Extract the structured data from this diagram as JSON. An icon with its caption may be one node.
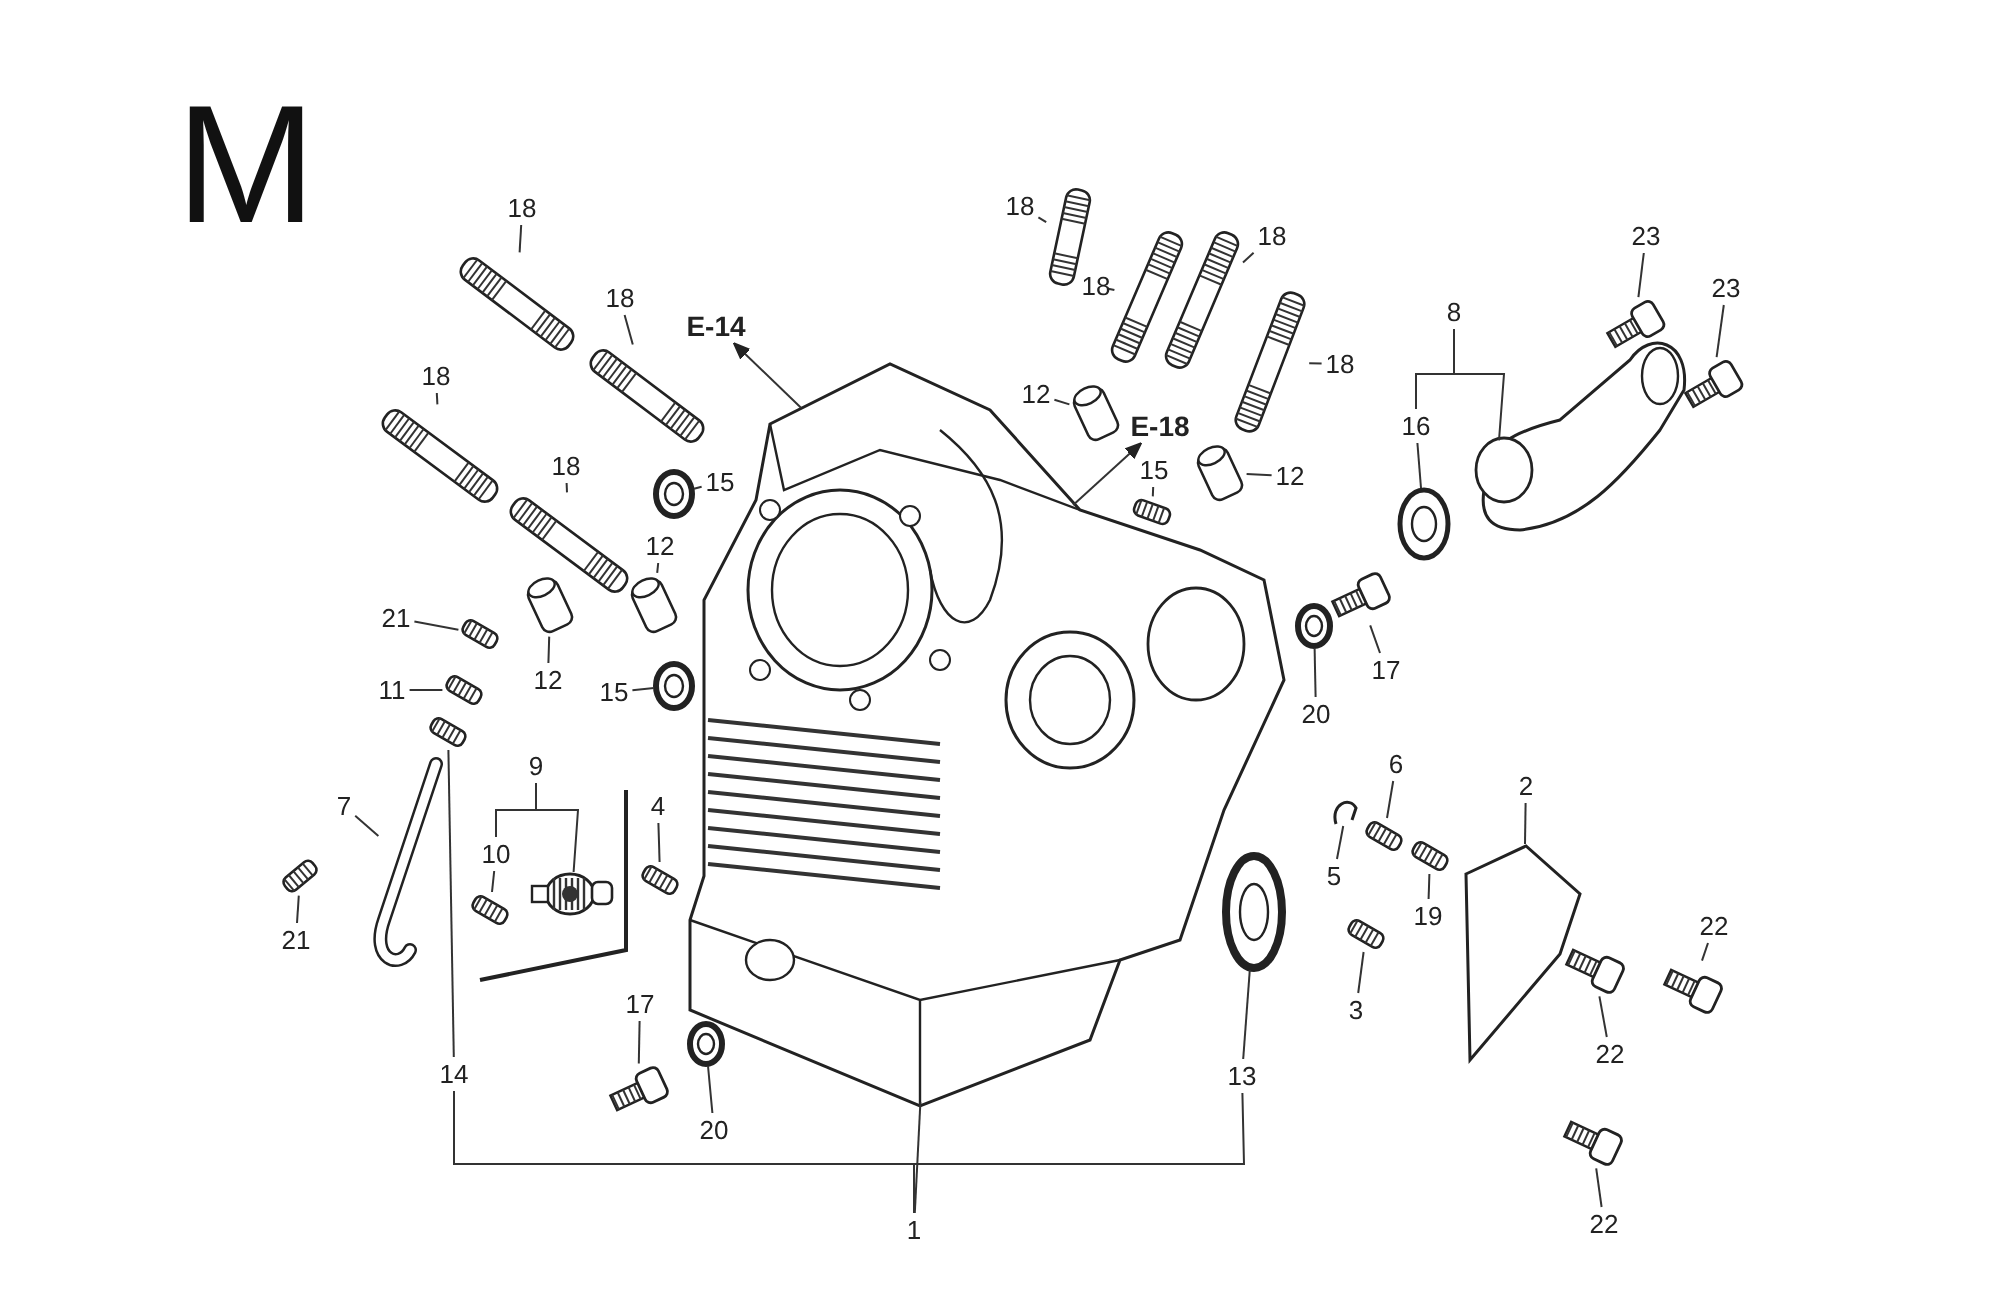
{
  "diagram": {
    "title": "M",
    "nodes": [
      {
        "text": [
          "18"
        ]
      },
      {
        "text": [
          "18"
        ]
      },
      {
        "text": [
          "18"
        ]
      },
      {
        "text": [
          "18"
        ]
      },
      {
        "text": [
          "18"
        ]
      },
      {
        "text": [
          "18"
        ]
      },
      {
        "text": [
          "18"
        ]
      },
      {
        "text": [
          "18"
        ]
      },
      {
        "text": [
          "E-14"
        ]
      },
      {
        "text": [
          "12"
        ]
      },
      {
        "text": [
          "E-18"
        ]
      },
      {
        "text": [
          "12"
        ]
      },
      {
        "text": [
          "15"
        ]
      },
      {
        "text": [
          "12"
        ]
      },
      {
        "text": [
          "15"
        ]
      },
      {
        "text": [
          "21"
        ]
      },
      {
        "text": [
          "12"
        ]
      },
      {
        "text": [
          "11"
        ]
      },
      {
        "text": [
          "15"
        ]
      },
      {
        "text": [
          "9"
        ]
      },
      {
        "text": [
          "8"
        ]
      },
      {
        "text": [
          "23"
        ]
      },
      {
        "text": [
          "23"
        ]
      },
      {
        "text": [
          "16"
        ]
      },
      {
        "text": [
          "10"
        ]
      },
      {
        "text": [
          "4"
        ]
      },
      {
        "text": [
          "7"
        ]
      },
      {
        "text": [
          "17"
        ]
      },
      {
        "text": [
          "20"
        ]
      },
      {
        "text": [
          "6"
        ]
      },
      {
        "text": [
          "2"
        ]
      },
      {
        "text": [
          "5"
        ]
      },
      {
        "text": [
          "19"
        ]
      },
      {
        "text": [
          "21"
        ]
      },
      {
        "text": [
          "3"
        ]
      },
      {
        "text": [
          "22"
        ]
      },
      {
        "text": [
          "14"
        ]
      },
      {
        "text": [
          "17"
        ]
      },
      {
        "text": [
          "22"
        ]
      },
      {
        "text": [
          "13"
        ]
      },
      {
        "text": [
          "20"
        ]
      },
      {
        "text": [
          "1"
        ]
      },
      {
        "text": [
          "22"
        ]
      },
      {
        "text": [],
        "shape": "picture"
      },
      {
        "text": [],
        "shape": "picture"
      },
      {
        "text": [],
        "shape": "picture"
      },
      {
        "text": [],
        "shape": "picture"
      },
      {
        "text": [],
        "shape": "picture"
      },
      {
        "text": [],
        "shape": "picture"
      },
      {
        "text": [],
        "shape": "picture"
      },
      {
        "text": [],
        "shape": "picture"
      },
      {
        "text": [],
        "shape": "picture"
      },
      {
        "text": [],
        "shape": "picture"
      },
      {
        "text": [],
        "shape": "picture"
      },
      {
        "text": [],
        "shape": "picture"
      },
      {
        "text": [],
        "shape": "picture"
      },
      {
        "text": [],
        "shape": "picture"
      },
      {
        "text": [],
        "shape": "picture"
      },
      {
        "text": [],
        "shape": "picture"
      },
      {
        "text": [],
        "shape": "picture"
      },
      {
        "text": [],
        "shape": "picture"
      },
      {
        "text": [],
        "shape": "picture"
      },
      {
        "text": [],
        "shape": "picture"
      },
      {
        "text": [],
        "shape": "picture"
      },
      {
        "text": [],
        "shape": "picture"
      },
      {
        "text": [],
        "shape": "picture"
      },
      {
        "text": [],
        "shape": "picture"
      },
      {
        "text": [],
        "shape": "picture"
      },
      {
        "text": [],
        "shape": "picture"
      },
      {
        "text": [],
        "shape": "picture"
      },
      {
        "text": [],
        "shape": "picture"
      },
      {
        "text": [],
        "shape": "picture"
      },
      {
        "text": [],
        "shape": "picture"
      },
      {
        "text": [],
        "shape": "picture"
      },
      {
        "text": [],
        "shape": "picture"
      },
      {
        "text": [],
        "shape": "picture"
      },
      {
        "text": [],
        "shape": "picture"
      },
      {
        "text": [],
        "shape": "picture"
      },
      {
        "text": [],
        "shape": "picture"
      },
      {
        "text": [],
        "shape": "picture"
      },
      {
        "text": [],
        "shape": "picture"
      },
      {
        "text": [],
        "shape": "picture"
      },
      {
        "text": [],
        "shape": "picture"
      },
      {
        "text": [],
        "shape": "picture"
      }
    ],
    "edges": [
      {
        "from": 0,
        "to": 43,
        "arrow": "none"
      },
      {
        "from": 1,
        "to": 44,
        "arrow": "none"
      },
      {
        "from": 2,
        "to": 45,
        "arrow": "none"
      },
      {
        "from": 3,
        "to": 46,
        "arrow": "none"
      },
      {
        "from": 4,
        "to": 47,
        "arrow": "none"
      },
      {
        "from": 5,
        "to": 48,
        "arrow": "none"
      },
      {
        "from": 6,
        "to": 49,
        "arrow": "none"
      },
      {
        "from": 7,
        "to": 50,
        "arrow": "none"
      },
      {
        "from": 51,
        "to": 8,
        "arrow": "to"
      },
      {
        "from": 9,
        "to": 52,
        "arrow": "none"
      },
      {
        "from": 51,
        "to": 10,
        "arrow": "to"
      },
      {
        "from": 11,
        "to": 53,
        "arrow": "none"
      },
      {
        "from": 12,
        "to": 54,
        "arrow": "none"
      },
      {
        "from": 13,
        "to": 55,
        "arrow": "none"
      },
      {
        "from": 14,
        "to": 56,
        "arrow": "none"
      },
      {
        "from": 15,
        "to": 57,
        "arrow": "none"
      },
      {
        "from": 16,
        "to": 58,
        "arrow": "none"
      },
      {
        "from": 17,
        "to": 59,
        "arrow": "none"
      },
      {
        "from": 18,
        "to": 60,
        "arrow": "none"
      },
      {
        "from": 19,
        "to": 24,
        "arrow": "none"
      },
      {
        "from": 19,
        "to": 62,
        "arrow": "none"
      },
      {
        "from": 20,
        "to": 23,
        "arrow": "none"
      },
      {
        "from": 20,
        "to": 63,
        "arrow": "none"
      },
      {
        "from": 21,
        "to": 65,
        "arrow": "none"
      },
      {
        "from": 22,
        "to": 66,
        "arrow": "none"
      },
      {
        "from": 23,
        "to": 64,
        "arrow": "none"
      },
      {
        "from": 24,
        "to": 61,
        "arrow": "none"
      },
      {
        "from": 25,
        "to": 67,
        "arrow": "none"
      },
      {
        "from": 26,
        "to": 68,
        "arrow": "none"
      },
      {
        "from": 27,
        "to": 69,
        "arrow": "none"
      },
      {
        "from": 28,
        "to": 70,
        "arrow": "none"
      },
      {
        "from": 29,
        "to": 71,
        "arrow": "none"
      },
      {
        "from": 30,
        "to": 72,
        "arrow": "none"
      },
      {
        "from": 31,
        "to": 73,
        "arrow": "none"
      },
      {
        "from": 32,
        "to": 74,
        "arrow": "none"
      },
      {
        "from": 33,
        "to": 75,
        "arrow": "none"
      },
      {
        "from": 34,
        "to": 76,
        "arrow": "none"
      },
      {
        "from": 35,
        "to": 77,
        "arrow": "none"
      },
      {
        "from": 36,
        "to": 78,
        "arrow": "none"
      },
      {
        "from": 37,
        "to": 79,
        "arrow": "none"
      },
      {
        "from": 38,
        "to": 80,
        "arrow": "none"
      },
      {
        "from": 39,
        "to": 81,
        "arrow": "none"
      },
      {
        "from": 40,
        "to": 82,
        "arrow": "none"
      },
      {
        "from": 41,
        "to": 51,
        "arrow": "none"
      },
      {
        "from": 41,
        "to": 36,
        "arrow": "none"
      },
      {
        "from": 41,
        "to": 39,
        "arrow": "none"
      },
      {
        "from": 42,
        "to": 83,
        "arrow": "none"
      }
    ]
  }
}
